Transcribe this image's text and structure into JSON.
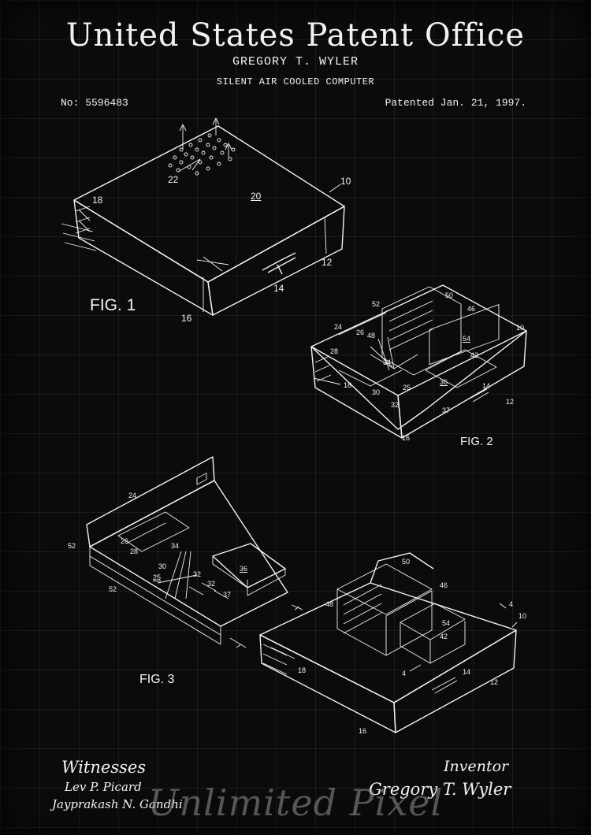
{
  "header": {
    "office_title": "United States Patent Office",
    "inventor_name": "GREGORY T. WYLER",
    "invention_title": "SILENT AIR COOLED COMPUTER",
    "patent_number": "No: 5596483",
    "patent_date": "Patented Jan. 21, 1997."
  },
  "figures": {
    "fig1": {
      "label": "FIG. 1",
      "refs": {
        "r10": "10",
        "r12": "12",
        "r14": "14",
        "r16": "16",
        "r18": "18",
        "r20": "20",
        "r22": "22"
      }
    },
    "fig2": {
      "label": "FIG. 2",
      "refs": {
        "r10": "10",
        "r12": "12",
        "r14": "14",
        "r16": "16",
        "r18": "18",
        "r24": "24",
        "r25": "25",
        "r26": "26",
        "r28": "28",
        "r30": "30",
        "r32": "32",
        "r34": "34",
        "r36": "36",
        "r37": "37",
        "r42": "42",
        "r46": "46",
        "r48": "48",
        "r50": "50",
        "r52": "52",
        "r54": "54"
      }
    },
    "fig3": {
      "label": "FIG. 3",
      "refs": {
        "r24": "24",
        "r52a": "52",
        "r52b": "52",
        "r26": "26",
        "r28": "28",
        "r34": "34",
        "r30": "30",
        "r25": "25",
        "r32a": "32",
        "r32b": "32",
        "r36": "36",
        "r37": "37",
        "r50": "50",
        "r46": "46",
        "r48": "48",
        "r54": "54",
        "r42": "42",
        "r4a": "4",
        "r4b": "4",
        "r10": "10",
        "r14": "14",
        "r12": "12",
        "r18": "18",
        "r16": "16"
      }
    }
  },
  "footer": {
    "witnesses_heading": "Witnesses",
    "witness_1": "Lev P. Picard",
    "witness_2": "Jayprakash N. Gandhi",
    "inventor_heading": "Inventor",
    "inventor_signature": "Gregory T. Wyler",
    "watermark": "Unlimited Pixel"
  }
}
